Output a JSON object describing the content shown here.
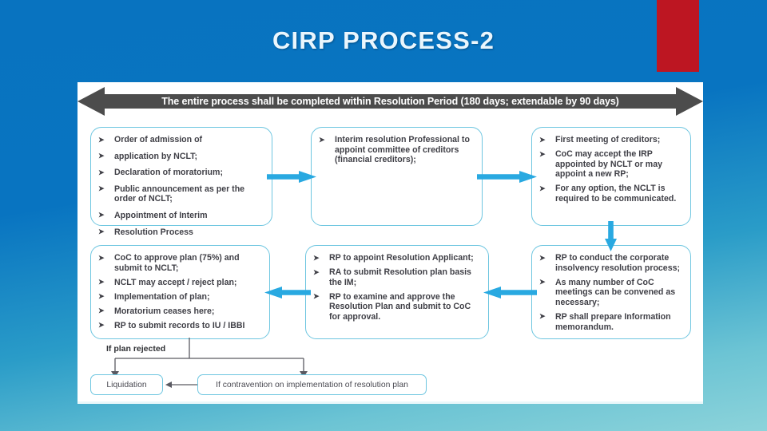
{
  "slide": {
    "title": "CIRP PROCESS-2",
    "accent_color": "#bd1622",
    "background_top_color": "#0873c0",
    "background_bottom_color": "#8cd3da",
    "arrow_color": "#29a9e1",
    "box_border_color": "#6ec6e0",
    "banner_color": "#4c4c4c"
  },
  "banner": {
    "text": "The entire process shall be completed within Resolution Period (180 days; extendable by 90 days)",
    "icon_left": "arrow-left-icon",
    "icon_right": "arrow-right-icon"
  },
  "boxes": [
    {
      "id": "box-1",
      "items": [
        "Order of admission of",
        "application by NCLT;",
        "Declaration of moratorium;",
        "Public announcement as per  the order of NCLT;",
        "Appointment of Interim",
        "Resolution Process"
      ]
    },
    {
      "id": "box-2",
      "items": [
        "Interim resolution Professional to appoint committee of creditors (financial creditors);"
      ]
    },
    {
      "id": "box-3",
      "items": [
        "First meeting of creditors;",
        "CoC may accept the IRP appointed by NCLT or may appoint a new RP;",
        "For any option, the NCLT is required to be communicated."
      ]
    },
    {
      "id": "box-4",
      "items": [
        "RP to conduct the corporate insolvency resolution process;",
        "As many number of CoC meetings can be convened as necessary;",
        "RP shall prepare Information memorandum."
      ]
    },
    {
      "id": "box-5",
      "items": [
        "RP to appoint Resolution Applicant;",
        "RA to submit Resolution plan basis the IM;",
        "RP to examine and approve the Resolution Plan and submit to CoC for approval."
      ]
    },
    {
      "id": "box-6",
      "items": [
        "CoC to approve plan (75%) and submit to NCLT;",
        "NCLT may accept / reject plan;",
        "Implementation of plan;",
        "Moratorium ceases here;",
        "RP to submit records to IU / IBBI"
      ]
    }
  ],
  "arrows": [
    {
      "name": "arrow-box1-to-box2",
      "direction": "right"
    },
    {
      "name": "arrow-box2-to-box3",
      "direction": "right"
    },
    {
      "name": "arrow-box3-to-box4",
      "direction": "down"
    },
    {
      "name": "arrow-box5-to-box4",
      "direction": "left"
    },
    {
      "name": "arrow-box6-to-box5",
      "direction": "left"
    }
  ],
  "rejection_flow": {
    "label": "If plan rejected",
    "liquidation_label": "Liquidation",
    "contravention_label": "If contravention on implementation of resolution plan"
  }
}
